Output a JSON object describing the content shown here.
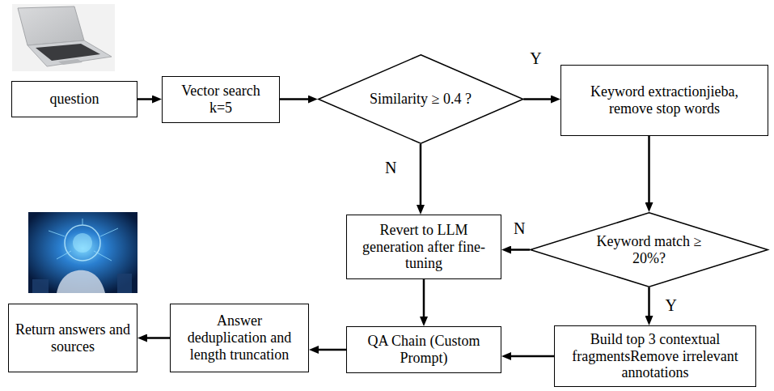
{
  "diagram": {
    "nodes": [
      {
        "text": [
          "question"
        ]
      },
      {
        "text": [
          "Vector search k=5"
        ]
      },
      {
        "text": [
          "Similarity ≥ 0.4 ?"
        ]
      },
      {
        "text": [
          "Keyword extractionjieba, remove stop words"
        ]
      },
      {
        "text": [
          "Keyword match ≥ 20%?"
        ]
      },
      {
        "text": [
          "Revert to LLM generation after fine-tuning"
        ]
      },
      {
        "text": [
          "QA Chain (Custom Prompt)"
        ]
      },
      {
        "text": [
          "Build top 3 contextual fragmentsRemove irrelevant annotations"
        ]
      },
      {
        "text": [
          "Answer deduplication and length truncation"
        ]
      },
      {
        "text": [
          "Return answers and sources"
        ]
      }
    ],
    "edges": [
      {
        "from": 0,
        "to": 1,
        "arrow": "to"
      },
      {
        "from": 1,
        "to": 2,
        "arrow": "to"
      },
      {
        "from": 2,
        "to": 3,
        "label": "Y",
        "arrow": "to"
      },
      {
        "from": 2,
        "to": 5,
        "label": "N",
        "arrow": "to"
      },
      {
        "from": 3,
        "to": 4,
        "arrow": "to"
      },
      {
        "from": 4,
        "to": 5,
        "label": "N",
        "arrow": "to"
      },
      {
        "from": 4,
        "to": 7,
        "label": "Y",
        "arrow": "to"
      },
      {
        "from": 5,
        "to": 6,
        "arrow": "to"
      },
      {
        "from": 7,
        "to": 6,
        "arrow": "to"
      },
      {
        "from": 6,
        "to": 8,
        "arrow": "to"
      },
      {
        "from": 8,
        "to": 9,
        "arrow": "to"
      }
    ]
  }
}
